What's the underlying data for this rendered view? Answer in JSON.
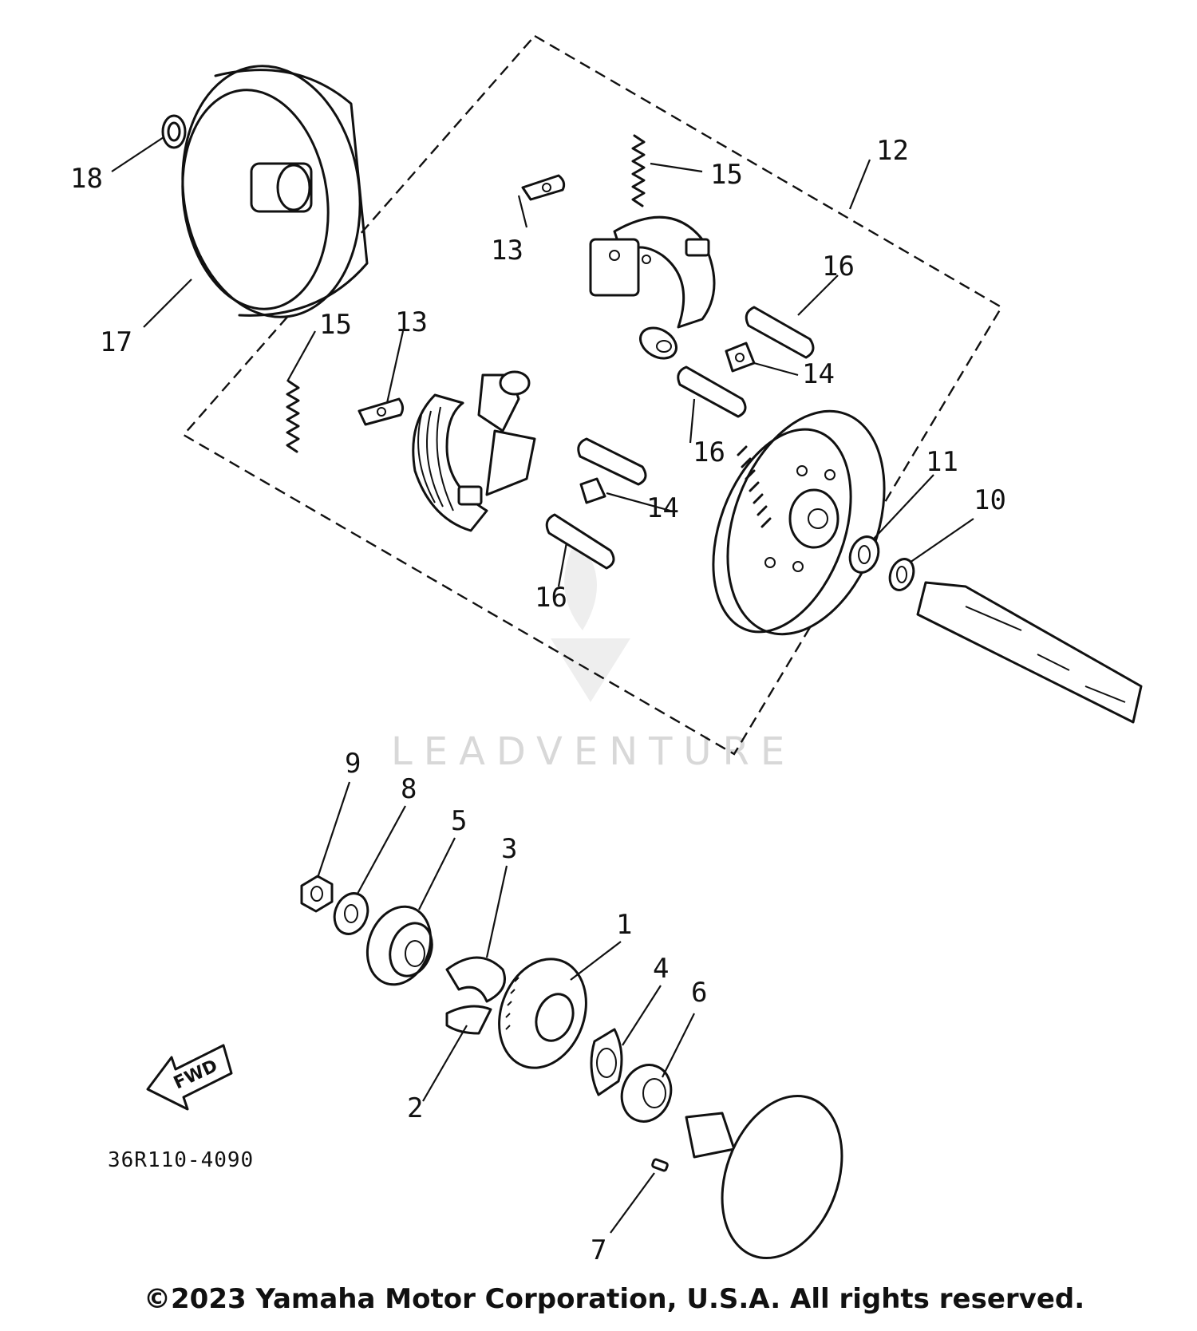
{
  "callouts": {
    "c1": "1",
    "c2": "2",
    "c3": "3",
    "c4": "4",
    "c5": "5",
    "c6": "6",
    "c7": "7",
    "c8": "8",
    "c9": "9",
    "c10": "10",
    "c11": "11",
    "c12": "12",
    "c13a": "13",
    "c13b": "13",
    "c14a": "14",
    "c14b": "14",
    "c15a": "15",
    "c15b": "15",
    "c16a": "16",
    "c16b": "16",
    "c16c": "16",
    "c17": "17",
    "c18": "18"
  },
  "fwd_label": "FWD",
  "part_number": "36R110-4090",
  "watermark": "LEADVENTURE",
  "copyright": "©2023 Yamaha Motor Corporation, U.S.A. All rights reserved."
}
